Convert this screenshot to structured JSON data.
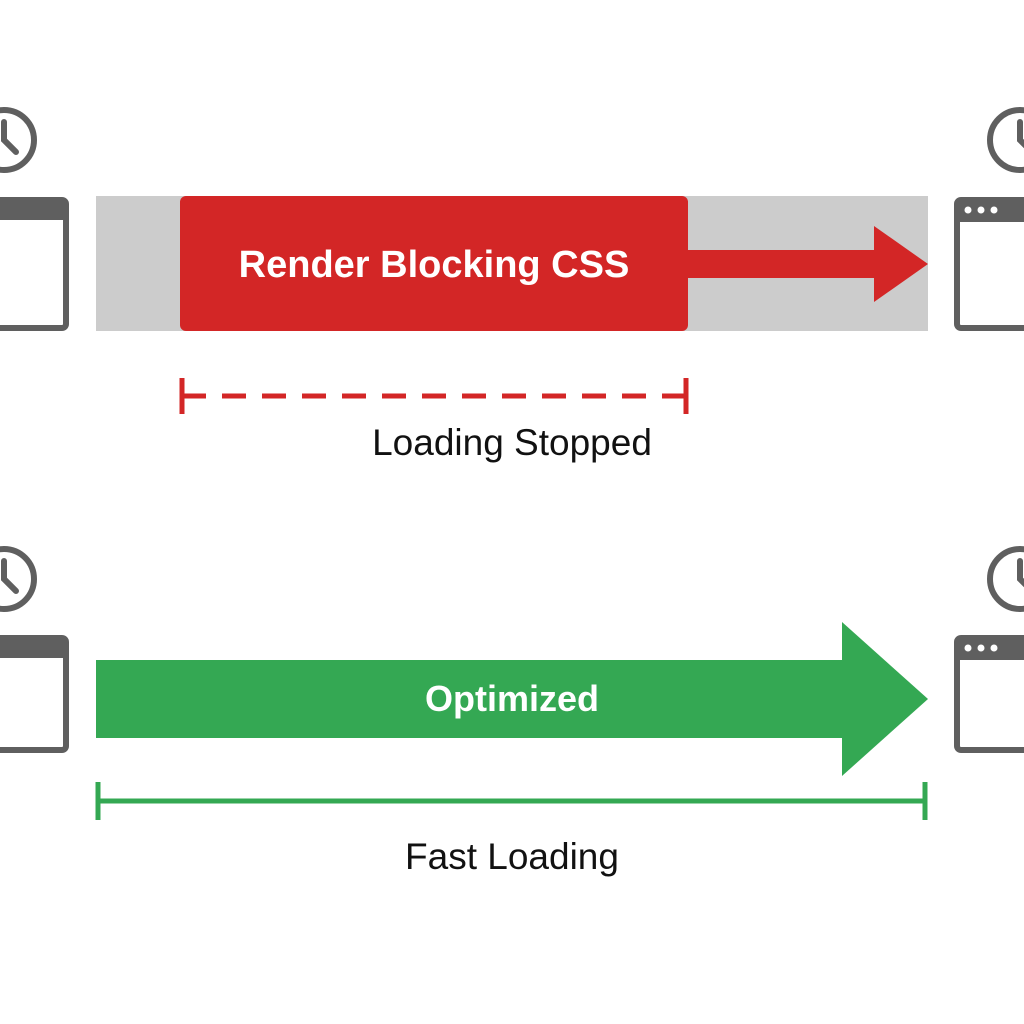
{
  "colors": {
    "background": "#ffffff",
    "blocking_red": "#d32626",
    "track_gray": "#cccccc",
    "optimized_green": "#34a853",
    "icon_gray": "#5f5f5f",
    "caption_text": "#111111"
  },
  "icons": {
    "clock": "clock-icon",
    "browser_window": "browser-window-icon"
  },
  "blocking_row": {
    "bar_label": "Render Blocking CSS",
    "caption": "Loading Stopped"
  },
  "optimized_row": {
    "bar_label": "Optimized",
    "caption": "Fast Loading"
  }
}
